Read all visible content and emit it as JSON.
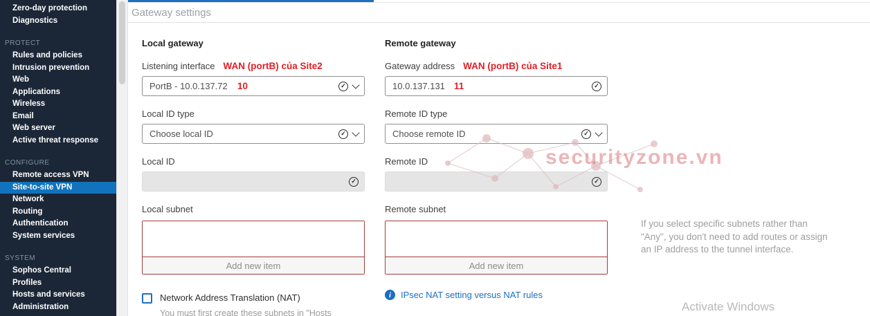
{
  "page": {
    "title": "Gateway settings"
  },
  "sidebar": {
    "items": [
      {
        "label": "Zero-day protection",
        "type": "item"
      },
      {
        "label": "Diagnostics",
        "type": "item"
      },
      {
        "label": "PROTECT",
        "type": "section"
      },
      {
        "label": "Rules and policies",
        "type": "item"
      },
      {
        "label": "Intrusion prevention",
        "type": "item"
      },
      {
        "label": "Web",
        "type": "item"
      },
      {
        "label": "Applications",
        "type": "item"
      },
      {
        "label": "Wireless",
        "type": "item"
      },
      {
        "label": "Email",
        "type": "item"
      },
      {
        "label": "Web server",
        "type": "item"
      },
      {
        "label": "Active threat response",
        "type": "item"
      },
      {
        "label": "CONFIGURE",
        "type": "section"
      },
      {
        "label": "Remote access VPN",
        "type": "item"
      },
      {
        "label": "Site-to-site VPN",
        "type": "item",
        "selected": true
      },
      {
        "label": "Network",
        "type": "item"
      },
      {
        "label": "Routing",
        "type": "item"
      },
      {
        "label": "Authentication",
        "type": "item"
      },
      {
        "label": "System services",
        "type": "item"
      },
      {
        "label": "SYSTEM",
        "type": "section"
      },
      {
        "label": "Sophos Central",
        "type": "item"
      },
      {
        "label": "Profiles",
        "type": "item"
      },
      {
        "label": "Hosts and services",
        "type": "item"
      },
      {
        "label": "Administration",
        "type": "item"
      }
    ]
  },
  "local": {
    "heading": "Local gateway",
    "listening_label": "Listening interface",
    "listening_annotation": "WAN (portB) của Site2",
    "listening_value": "PortB - 10.0.137.72",
    "listening_number": "10",
    "id_type_label": "Local ID type",
    "id_type_value": "Choose local ID",
    "id_label": "Local ID",
    "subnet_label": "Local subnet",
    "add_item": "Add new item",
    "nat_label": "Network Address Translation (NAT)",
    "nat_sub": "You must first create these subnets in \"Hosts"
  },
  "remote": {
    "heading": "Remote gateway",
    "address_label": "Gateway address",
    "address_annotation": "WAN (portB) của Site1",
    "address_value": "10.0.137.131",
    "address_number": "11",
    "id_type_label": "Remote ID type",
    "id_type_value": "Choose remote ID",
    "id_label": "Remote ID",
    "subnet_label": "Remote subnet",
    "add_item": "Add new item",
    "nat_link": "IPsec NAT setting versus NAT rules"
  },
  "aside": {
    "note": "If you select specific subnets rather than \"Any\", you don't need to add routes or assign an IP address to the tunnel interface.",
    "watermark": "securityzone.vn",
    "activate_windows": "Activate Windows"
  },
  "colors": {
    "sidebar_bg": "#1b2737",
    "selected_blue": "#1173bd",
    "accent_blue": "#1b6fc2",
    "annotation_red": "#e01f26",
    "subnet_border": "#a23c3c"
  }
}
